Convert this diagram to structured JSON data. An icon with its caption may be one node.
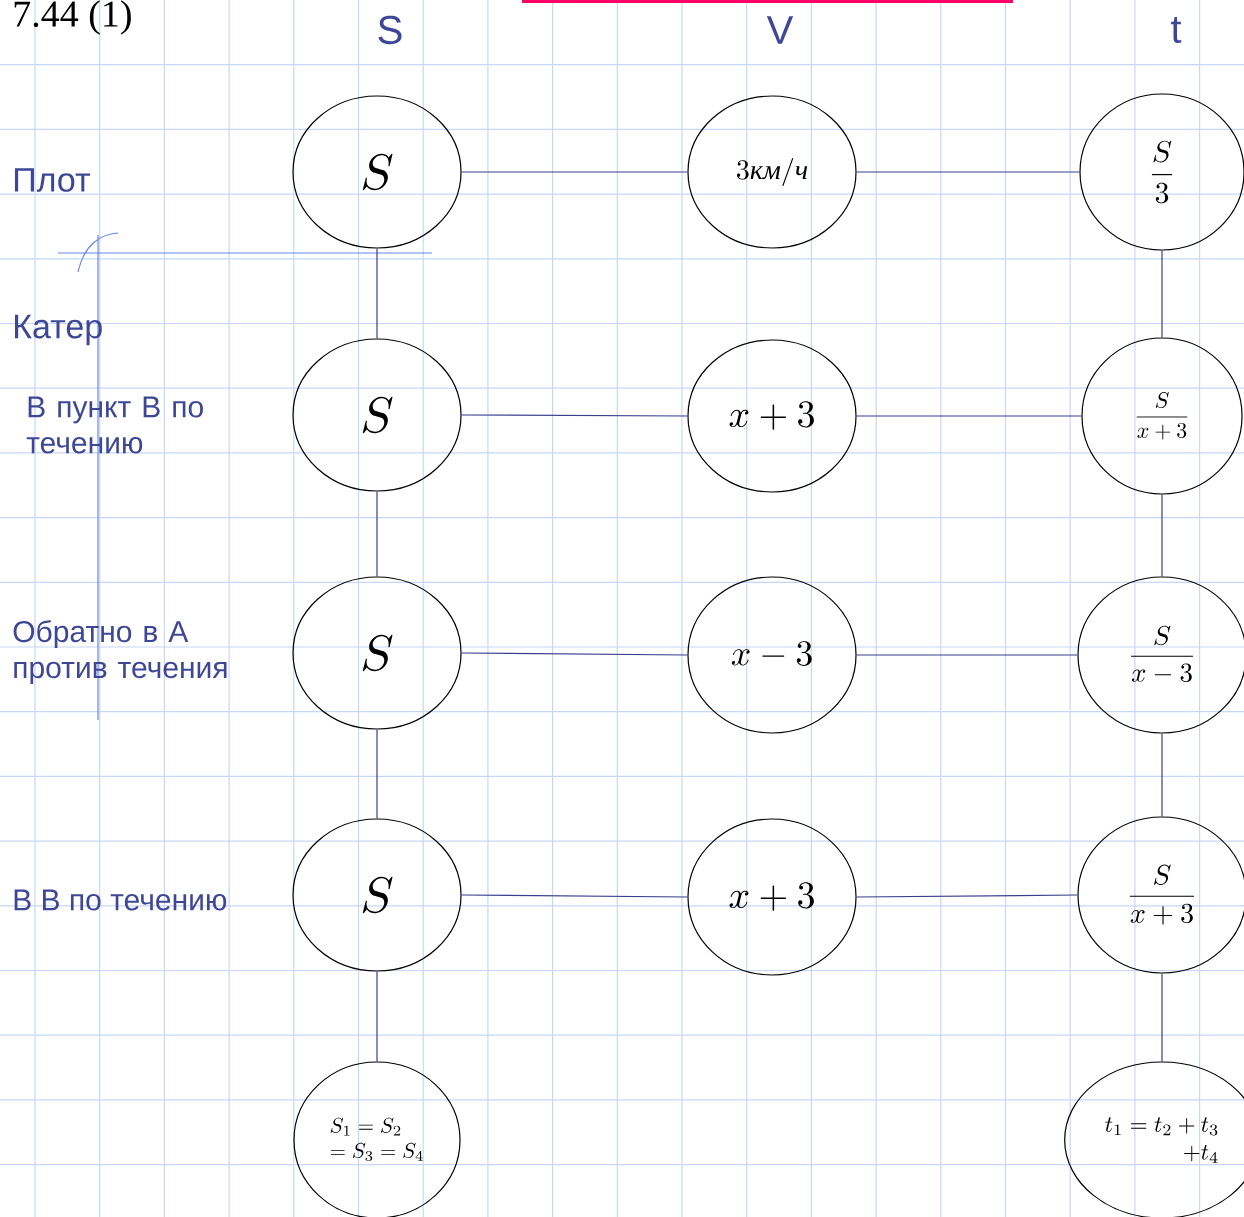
{
  "diagram": {
    "nodes": [
      {
        "text": [
          "S"
        ]
      },
      {
        "text": [
          "3\\textit{км}/\\textit{ч}"
        ]
      },
      {
        "text": [
          "\\frac{S}{3}"
        ]
      },
      {
        "text": [
          "S"
        ]
      },
      {
        "text": [
          "x+3"
        ]
      },
      {
        "text": [
          "\\frac{S}{x+3}"
        ]
      },
      {
        "text": [
          "S"
        ]
      },
      {
        "text": [
          "x-3"
        ]
      },
      {
        "text": [
          "\\frac{S}{x-3}"
        ]
      },
      {
        "text": [
          "S"
        ]
      },
      {
        "text": [
          "x+3"
        ]
      },
      {
        "text": [
          "\\frac{S}{x+3}"
        ]
      },
      {
        "text": [
          "\\begin{array}{l}S_1=S_2\\\\=S_3=S_4\\end{array}"
        ]
      },
      {
        "text": [
          "\\begin{array}{r}t_1=t_2+t_3\\\\+t_4\\end{array}"
        ]
      }
    ],
    "edges": [
      {
        "from": 0,
        "to": 1,
        "arrow": "none"
      },
      {
        "from": 1,
        "to": 2,
        "arrow": "none"
      },
      {
        "from": 0,
        "to": 3,
        "arrow": "none"
      },
      {
        "from": 2,
        "to": 5,
        "arrow": "none"
      },
      {
        "from": 3,
        "to": 4,
        "arrow": "none"
      },
      {
        "from": 4,
        "to": 5,
        "arrow": "none"
      },
      {
        "from": 3,
        "to": 6,
        "arrow": "none"
      },
      {
        "from": 5,
        "to": 8,
        "arrow": "none"
      },
      {
        "from": 6,
        "to": 7,
        "arrow": "none"
      },
      {
        "from": 7,
        "to": 8,
        "arrow": "none"
      },
      {
        "from": 6,
        "to": 9,
        "arrow": "none"
      },
      {
        "from": 8,
        "to": 11,
        "arrow": "none"
      },
      {
        "from": 9,
        "to": 10,
        "arrow": "none"
      },
      {
        "from": 10,
        "to": 11,
        "arrow": "none"
      },
      {
        "from": 9,
        "to": 12,
        "arrow": "none"
      },
      {
        "from": 11,
        "to": 13,
        "arrow": "none"
      }
    ],
    "labels": [
      "7.44 (1)",
      "S",
      "V",
      "t",
      "Плот",
      "Катер",
      "В пункт В по течению",
      "Обратно в А против течения",
      "В В по течению"
    ]
  }
}
